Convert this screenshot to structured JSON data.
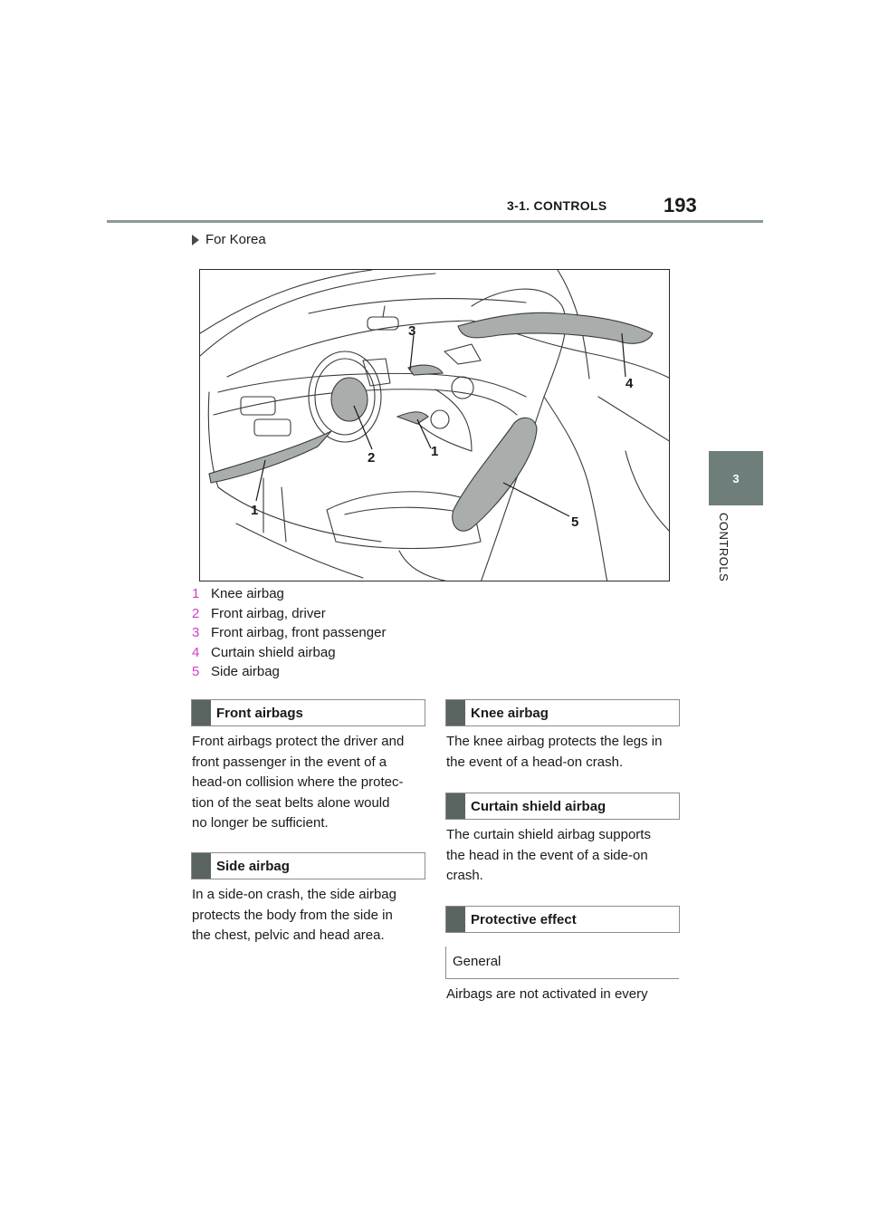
{
  "header": {
    "section_label": "3-1. CONTROLS",
    "page_number": "193"
  },
  "side_tab": {
    "number": "3",
    "label": "CONTROLS"
  },
  "region_note": "For Korea",
  "illustration": {
    "callouts": [
      "3",
      "4",
      "2",
      "1",
      "1",
      "5"
    ]
  },
  "legend": [
    {
      "num": "1",
      "text": "Knee airbag"
    },
    {
      "num": "2",
      "text": "Front airbag, driver"
    },
    {
      "num": "3",
      "text": "Front airbag, front passenger"
    },
    {
      "num": "4",
      "text": "Curtain shield airbag"
    },
    {
      "num": "5",
      "text": "Side airbag"
    }
  ],
  "sections": {
    "front_airbags": {
      "title": "Front airbags",
      "lines": [
        "Front airbags protect the driver and",
        "front passenger in the event of a",
        "head-on collision where the protec-",
        "tion of the seat belts alone would",
        "no longer be sufficient."
      ]
    },
    "side_airbag": {
      "title": "Side airbag",
      "lines": [
        "In a side-on crash, the side airbag",
        "protects the body from the side in",
        "the chest, pelvic and head area."
      ]
    },
    "knee_airbag": {
      "title": "Knee airbag",
      "lines": [
        "The knee airbag protects the legs in",
        "the event of a head-on crash."
      ]
    },
    "curtain_airbag": {
      "title": "Curtain shield airbag",
      "lines": [
        "The curtain shield airbag supports",
        "the head in the event of a side-on",
        "crash."
      ]
    },
    "protective_effect": {
      "title": "Protective effect",
      "subheading": "General",
      "lines": [
        "Airbags are not activated in every"
      ]
    }
  },
  "colors": {
    "accent_numbers": "#d23fc4",
    "heading_bar": "#5a6461",
    "side_tab": "#6e7f7b",
    "airbag_fill": "#a9aeac"
  }
}
